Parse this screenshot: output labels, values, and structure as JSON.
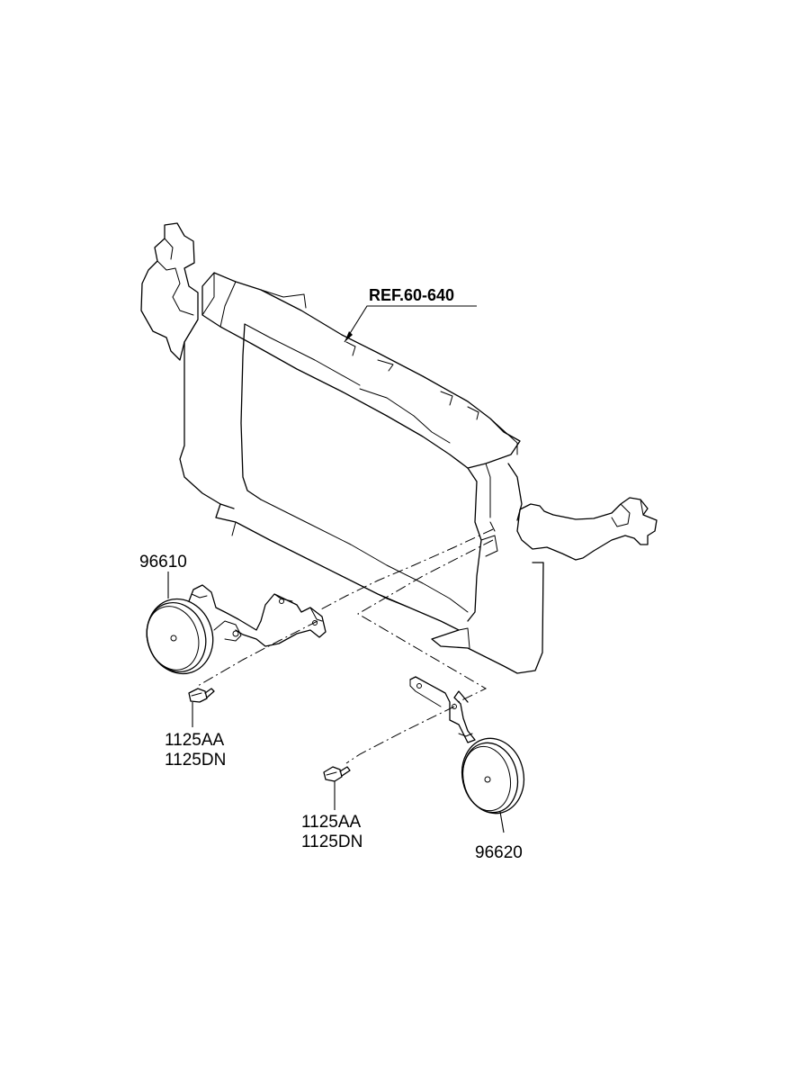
{
  "labels": {
    "ref": "REF.60-640",
    "horn_left": "96610",
    "horn_right": "96620",
    "bolt_left_code_1": "1125AA",
    "bolt_left_code_2": "1125DN",
    "bolt_right_code_1": "1125AA",
    "bolt_right_code_2": "1125DN"
  }
}
